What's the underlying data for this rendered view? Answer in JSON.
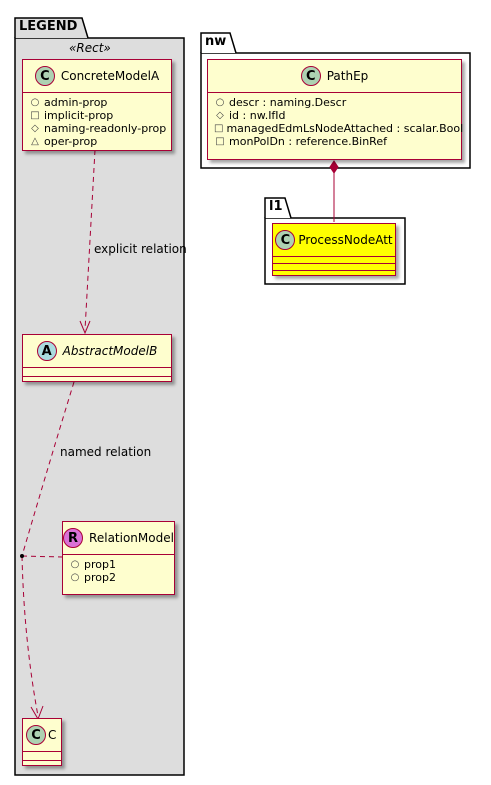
{
  "packages": {
    "legend": {
      "name": "LEGEND",
      "stereotype": "«Rect»"
    },
    "nw": {
      "name": "nw"
    },
    "l1": {
      "name": "l1"
    }
  },
  "classes": {
    "concrete_model_a": {
      "badge": "C",
      "name": "ConcreteModelA",
      "attributes": [
        {
          "vis": "○",
          "text": "admin-prop"
        },
        {
          "vis": "□",
          "text": "implicit-prop"
        },
        {
          "vis": "◇",
          "text": "naming-readonly-prop"
        },
        {
          "vis": "△",
          "text": "oper-prop"
        }
      ]
    },
    "abstract_model_b": {
      "badge": "A",
      "name": "AbstractModelB"
    },
    "relation_model": {
      "badge": "R",
      "name": "RelationModel",
      "attributes": [
        {
          "vis": "○",
          "text": "prop1"
        },
        {
          "vis": "○",
          "text": "prop2"
        }
      ]
    },
    "c": {
      "badge": "C",
      "name": "C"
    },
    "path_ep": {
      "badge": "C",
      "name": "PathEp",
      "attributes": [
        {
          "vis": "○",
          "text": "descr : naming.Descr"
        },
        {
          "vis": "◇",
          "text": "id : nw.IfId"
        },
        {
          "vis": "□",
          "text": "managedEdmLsNodeAttached : scalar.Bool"
        },
        {
          "vis": "□",
          "text": "monPolDn : reference.BinRef"
        }
      ]
    },
    "process_node_att": {
      "badge": "C",
      "name": "ProcessNodeAtt",
      "highlight": "#ffff00"
    }
  },
  "relations": {
    "explicit_label": "explicit relation",
    "named_label": "named relation"
  },
  "colors": {
    "border": "#a80036",
    "class_bg": "#fefece",
    "package_bg": "#dddddd"
  }
}
